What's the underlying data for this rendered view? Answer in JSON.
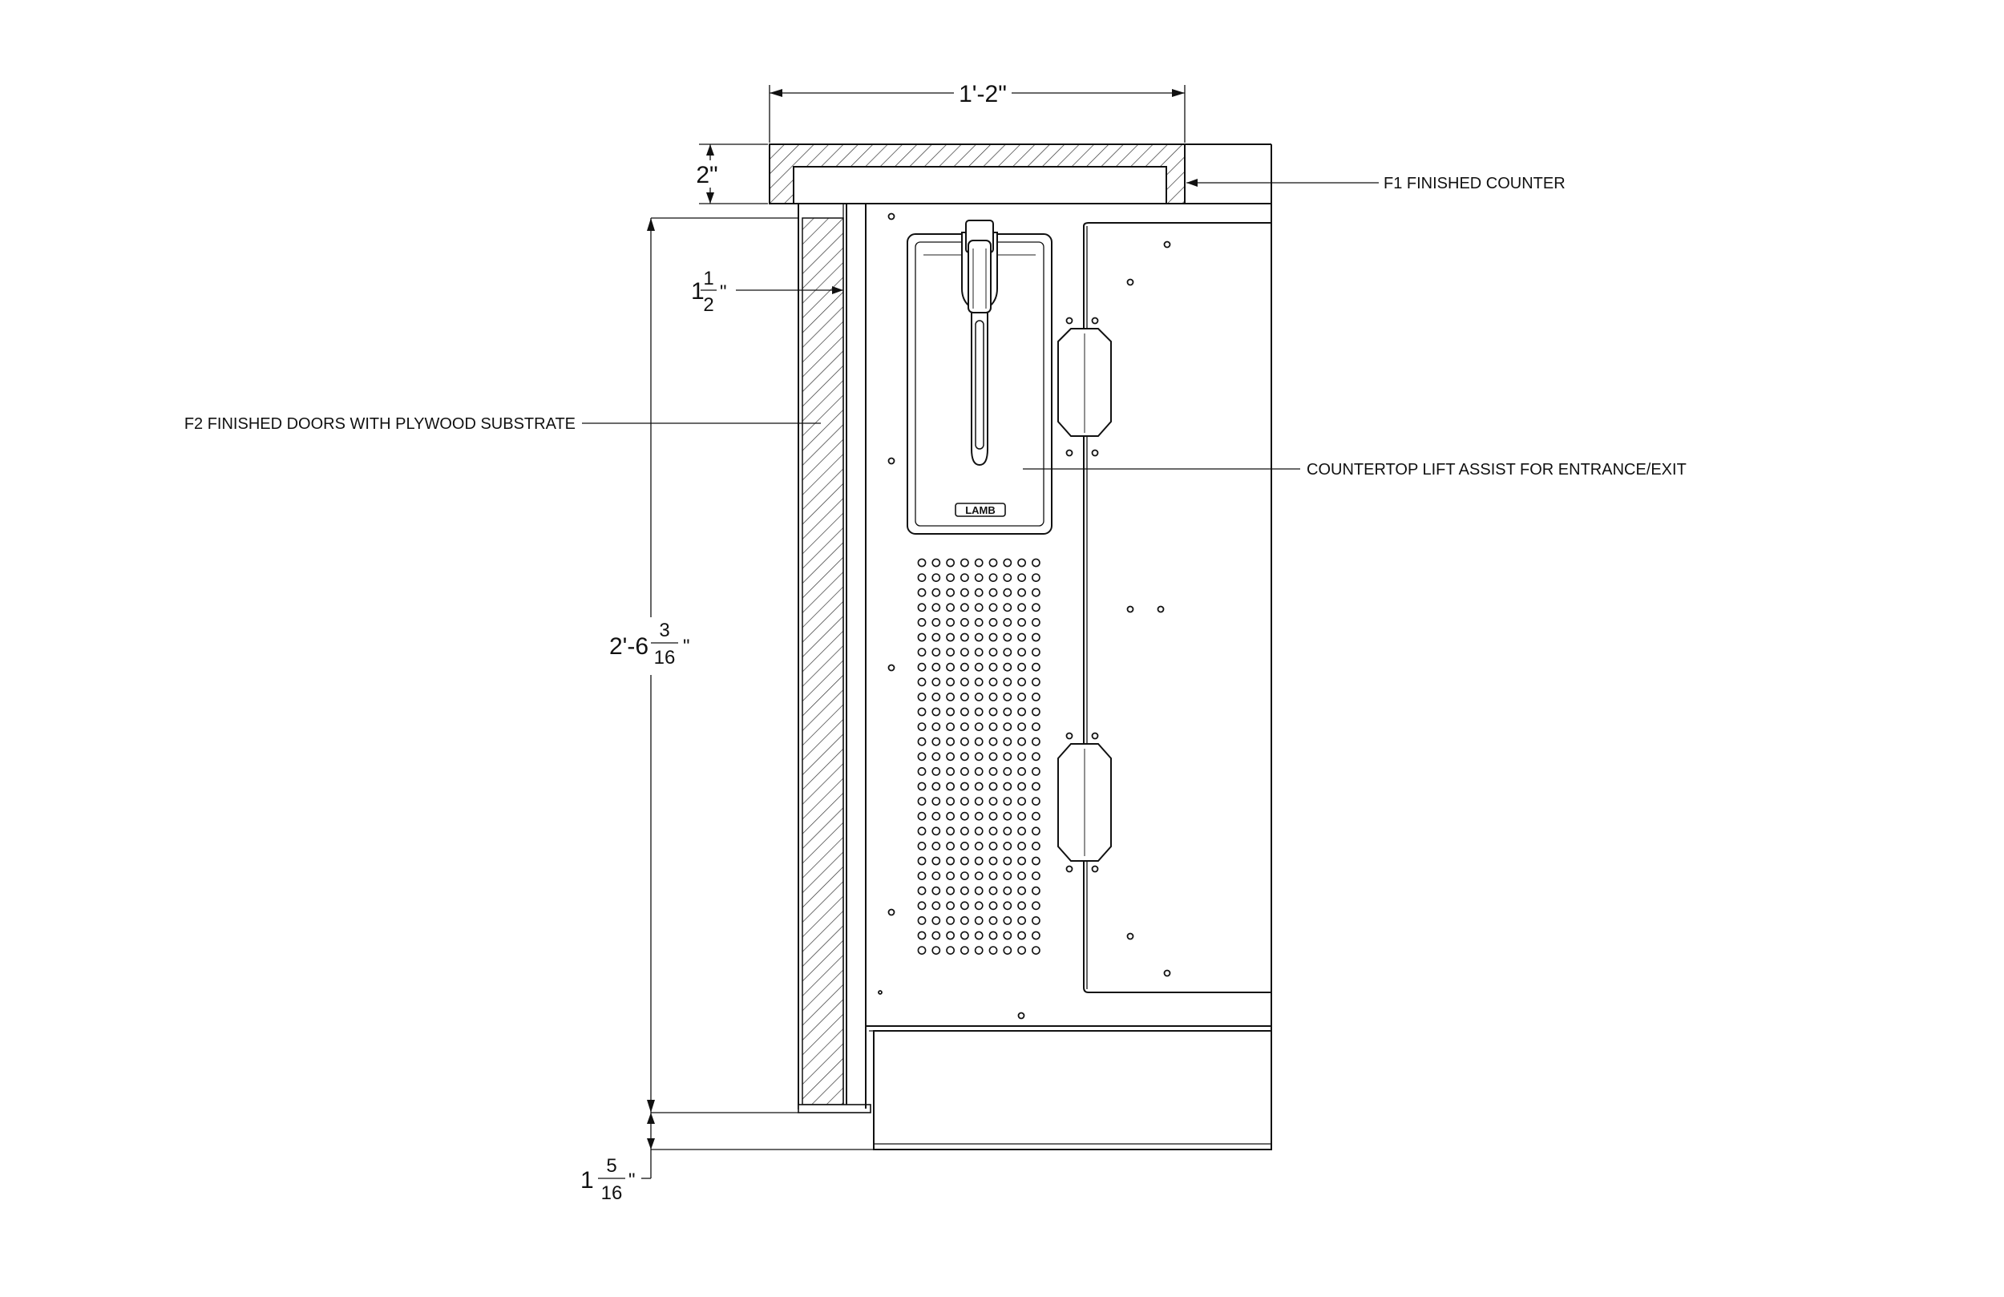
{
  "dimensions": {
    "top_width": "1'-2\"",
    "counter_thickness": "2\"",
    "door_offset": {
      "whole": "1",
      "num": "1",
      "den": "2",
      "unit": "\""
    },
    "overall_height": {
      "whole": "2'-6",
      "num": "3",
      "den": "16",
      "unit": "\""
    },
    "base_offset": {
      "whole": "1",
      "num": "5",
      "den": "16",
      "unit": "\""
    }
  },
  "callouts": {
    "finished_counter": "F1 FINISHED COUNTER",
    "finished_doors": "F2 FINISHED DOORS WITH PLYWOOD SUBSTRATE",
    "lift_assist": "COUNTERTOP LIFT ASSIST FOR ENTRANCE/EXIT"
  },
  "logo_text": "LAMB",
  "colors": {
    "line": "#111111",
    "background": "#ffffff"
  }
}
